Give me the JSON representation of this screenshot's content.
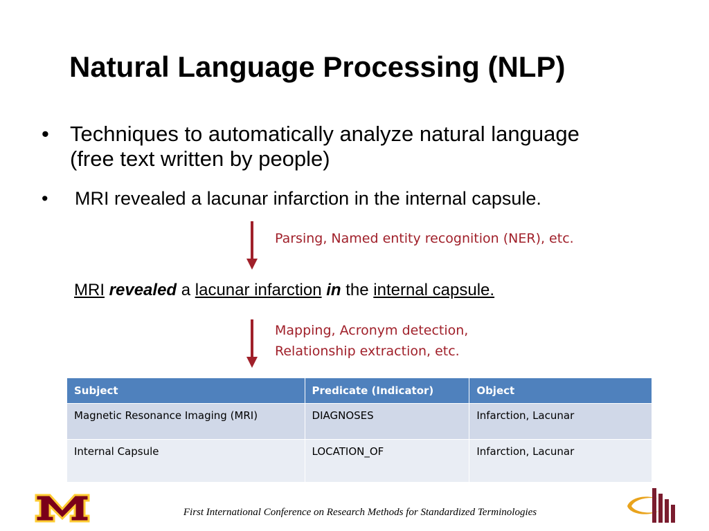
{
  "slide": {
    "title": "Natural Language Processing (NLP)",
    "bullets": [
      {
        "marker": "•",
        "text": "Techniques to automatically analyze natural language (free text written by people)"
      },
      {
        "marker": "•",
        "text": "MRI revealed a lacunar infarction in the internal capsule."
      }
    ],
    "step1_note": "Parsing, Named entity recognition (NER), etc.",
    "annotated_sentence": {
      "w1": "MRI",
      "w2": "revealed",
      "w3": "a",
      "w4": "lacunar infarction",
      "w5": "in",
      "w6": "the",
      "w7": "internal capsule."
    },
    "step2_note_line1": "Mapping, Acronym detection,",
    "step2_note_line2": "Relationship extraction, etc.",
    "table": {
      "headers": [
        "Subject",
        "Predicate (Indicator)",
        "Object"
      ],
      "rows": [
        [
          "Magnetic Resonance Imaging (MRI)",
          "DIAGNOSES",
          "Infarction, Lacunar"
        ],
        [
          "Internal Capsule",
          "LOCATION_OF",
          "Infarction, Lacunar"
        ]
      ]
    },
    "footer": "First International Conference on Research Methods for Standardized Terminologies",
    "icons": {
      "arrow": "down-arrow-icon",
      "left_logo": "university-m-logo",
      "right_logo": "conference-logo"
    },
    "colors": {
      "accent_red": "#a0202a",
      "table_header": "#4f81bd",
      "table_row_odd": "#d0d8e8",
      "table_row_even": "#e9edf4",
      "logo_maroon": "#7a0019",
      "logo_gold": "#ffcc33"
    }
  }
}
